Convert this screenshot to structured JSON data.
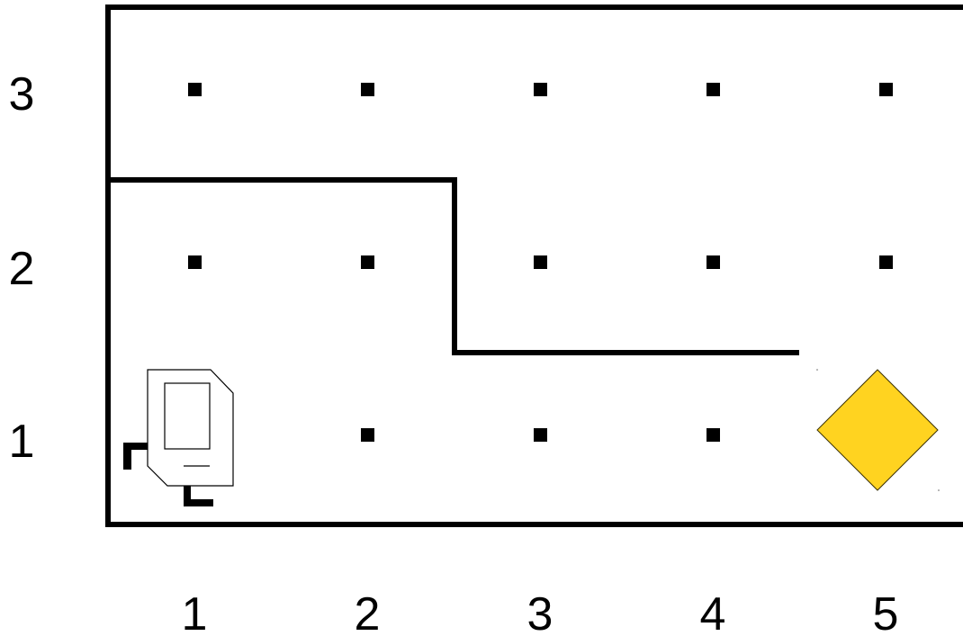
{
  "world": {
    "columns": 5,
    "rows": 3,
    "column_labels": [
      "1",
      "2",
      "3",
      "4",
      "5"
    ],
    "row_labels": [
      "1",
      "2",
      "3"
    ]
  },
  "robot": {
    "icon": "robot-icon",
    "street": 1,
    "avenue": 1
  },
  "beeper": {
    "icon": "diamond-icon",
    "avenue": 5,
    "street": 1,
    "color": "#ffd320"
  },
  "walls": {
    "color": "#000000"
  }
}
